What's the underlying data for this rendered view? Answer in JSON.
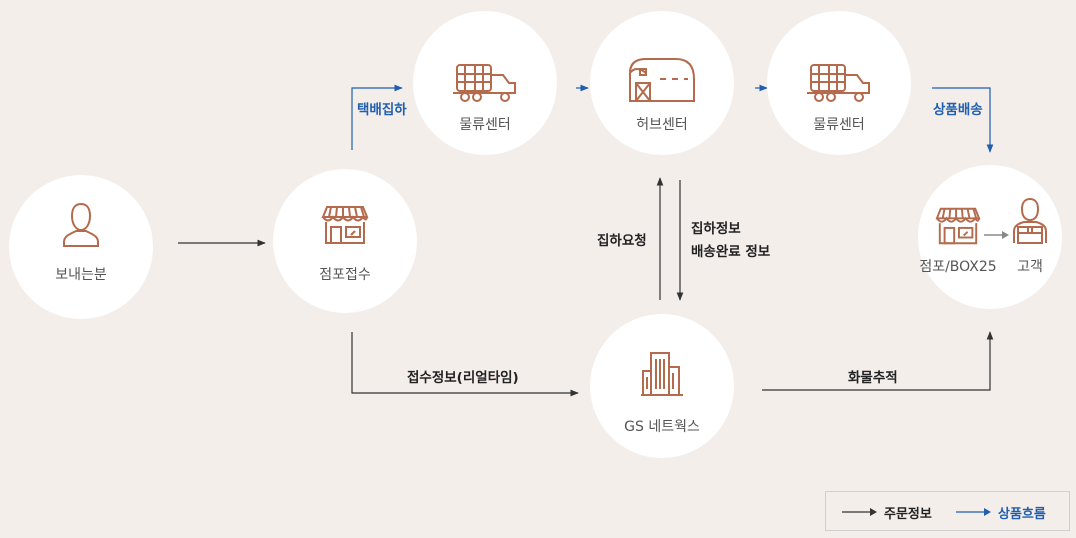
{
  "nodes": {
    "sender": "보내는분",
    "store_intake": "점포접수",
    "logistics_left": "물류센터",
    "hub": "허브센터",
    "logistics_right": "물류센터",
    "store_box": "점포/BOX25",
    "customer": "고객",
    "gs": "GS 네트웍스"
  },
  "edges": {
    "parcel_pickup": "택배집하",
    "product_delivery": "상품배송",
    "pickup_request": "집하요청",
    "pickup_info_1": "집하정보",
    "pickup_info_2": "배송완료 정보",
    "intake_info": "접수정보(리얼타임)",
    "cargo_tracking": "화물추적"
  },
  "legend": {
    "order_info": "주문정보",
    "product_flow": "상품흐름"
  },
  "colors": {
    "background": "#f4eeeb",
    "icon": "#b46a4c",
    "product_flow": "#1f5fae",
    "order_info": "#333333"
  }
}
